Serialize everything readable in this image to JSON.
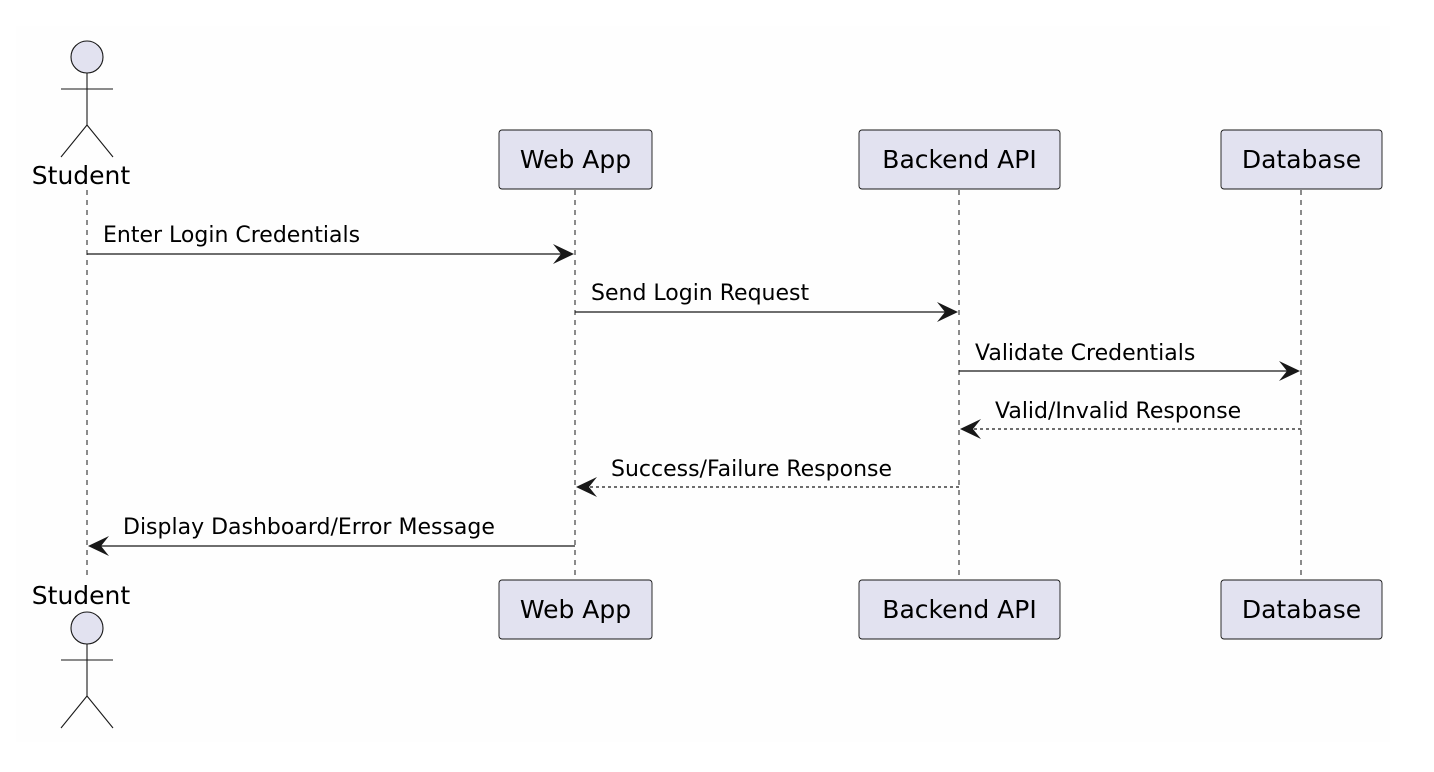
{
  "diagram": {
    "type": "sequence",
    "participants": [
      {
        "id": "student",
        "label": "Student",
        "kind": "actor"
      },
      {
        "id": "webapp",
        "label": "Web App",
        "kind": "participant"
      },
      {
        "id": "backend",
        "label": "Backend API",
        "kind": "participant"
      },
      {
        "id": "database",
        "label": "Database",
        "kind": "participant"
      }
    ],
    "messages": [
      {
        "from": "student",
        "to": "webapp",
        "label": "Enter Login Credentials",
        "style": "solid"
      },
      {
        "from": "webapp",
        "to": "backend",
        "label": "Send Login Request",
        "style": "solid"
      },
      {
        "from": "backend",
        "to": "database",
        "label": "Validate Credentials",
        "style": "solid"
      },
      {
        "from": "database",
        "to": "backend",
        "label": "Valid/Invalid Response",
        "style": "dashed"
      },
      {
        "from": "backend",
        "to": "webapp",
        "label": "Success/Failure Response",
        "style": "dashed"
      },
      {
        "from": "webapp",
        "to": "student",
        "label": "Display Dashboard/Error Message",
        "style": "solid"
      }
    ],
    "colors": {
      "participant_fill": "#e2e2f0",
      "line": "#181818",
      "background": "#fefefe"
    }
  }
}
